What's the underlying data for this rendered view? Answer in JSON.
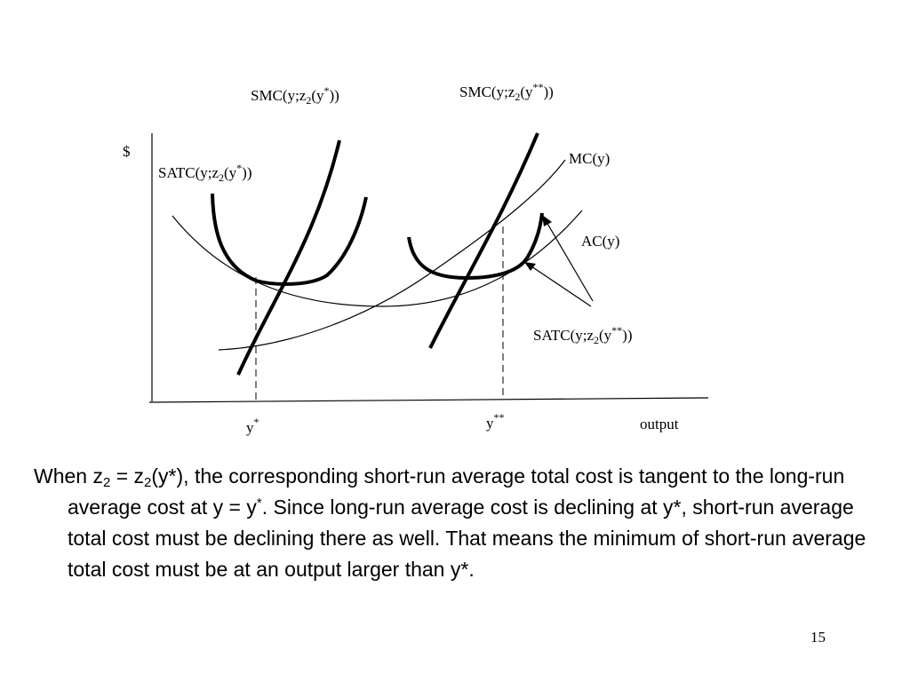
{
  "diagram": {
    "y_axis_label": "$",
    "x_axis_label": "output",
    "labels": {
      "smc_star": {
        "main": "SMC(y;z",
        "sub": "2",
        "mid": "(y",
        "sup": "*",
        "end": "))"
      },
      "smc_star_star": {
        "main": "SMC(y;z",
        "sub": "2",
        "mid": "(y",
        "sup": "**",
        "end": "))"
      },
      "satc_star": {
        "main": "SATC(y;z",
        "sub": "2",
        "mid": "(y",
        "sup": "*",
        "end": "))"
      },
      "satc_star_star": {
        "main": "SATC(y;z",
        "sub": "2",
        "mid": "(y",
        "sup": "**",
        "end": "))"
      },
      "mc": "MC(y)",
      "ac": "AC(y)",
      "y_star": {
        "base": "y",
        "sup": "*"
      },
      "y_star_star": {
        "base": "y",
        "sup": "**"
      }
    }
  },
  "caption": {
    "p1": "When z",
    "s1": "2",
    "p2": " = z",
    "s2": "2",
    "p3": "(y*), the corresponding short-run average total cost is tangent to the long-run average cost at y = y",
    "sup1": "*",
    "p4": ". Since long-run average cost is declining at y*, short-run average total cost must be declining there as well. That means the minimum of short-run average total cost must be at an output larger than y*."
  },
  "page_number": "15"
}
